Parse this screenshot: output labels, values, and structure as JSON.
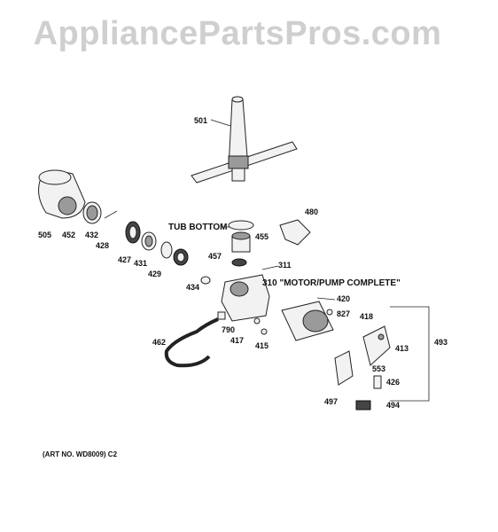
{
  "watermark": "AppliancePartsPros.com",
  "art_number": "(ART NO. WD8009) C2",
  "labels": {
    "p501": "501",
    "p505": "505",
    "p452": "452",
    "p432": "432",
    "p428": "428",
    "p427": "427",
    "p431": "431",
    "p429": "429",
    "p434": "434",
    "p457": "457",
    "p455": "455",
    "p480": "480",
    "p311": "311",
    "p310": "310 \"MOTOR/PUMP COMPLETE\"",
    "p420": "420",
    "p827": "827",
    "p418": "418",
    "p413": "413",
    "p553": "553",
    "p493": "493",
    "p426": "426",
    "p494": "494",
    "p497": "497",
    "p790": "790",
    "p417": "417",
    "p415": "415",
    "p462": "462",
    "tub_bottom": "TUB BOTTOM"
  }
}
